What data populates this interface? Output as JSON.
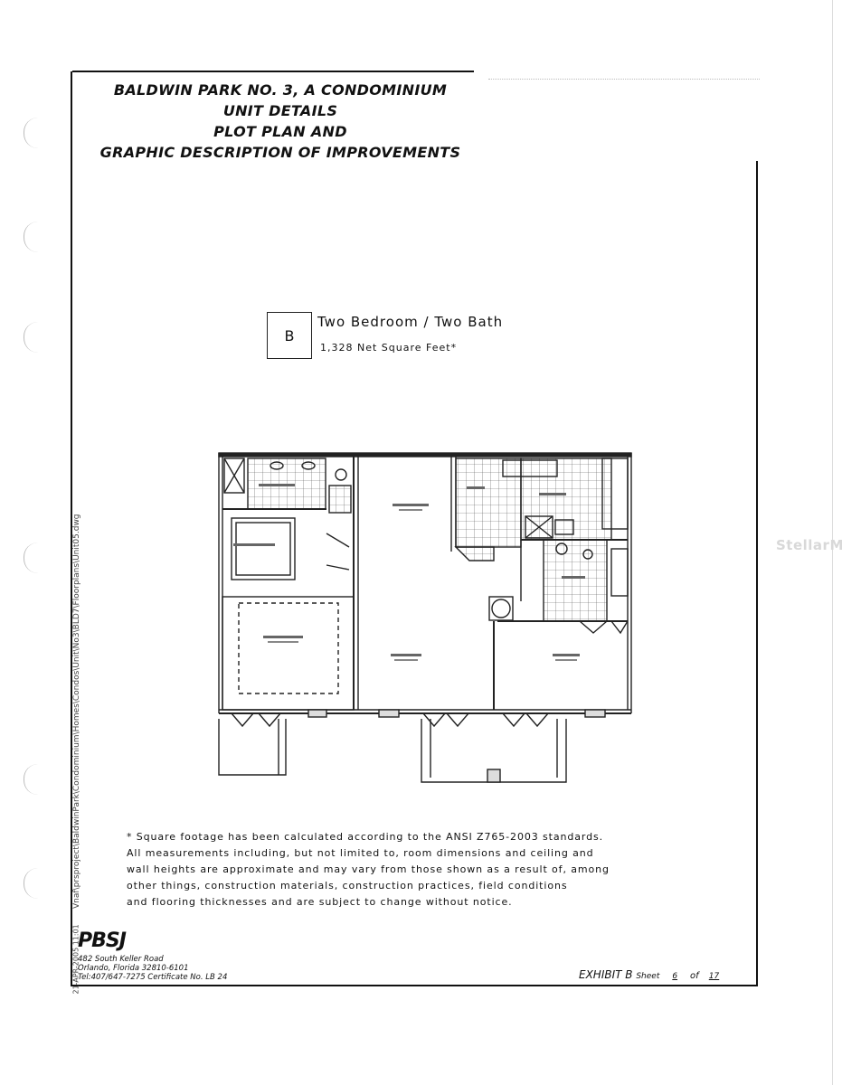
{
  "header": {
    "title_lines": [
      "BALDWIN PARK NO. 3, A CONDOMINIUM",
      "UNIT DETAILS",
      "PLOT PLAN AND",
      "GRAPHIC DESCRIPTION OF IMPROVEMENTS"
    ]
  },
  "unit": {
    "type_letter": "B",
    "name": "Two Bedroom / Two Bath",
    "sqft": "1,328 Net Square Feet*"
  },
  "note_lines": [
    "* Square footage has been calculated according to the ANSI Z765-2003 standards.",
    "All measurements including, but not limited to, room dimensions and ceiling and",
    "wall heights are approximate and may vary from those shown as a result of, among",
    "other things, construction materials, construction practices, field conditions",
    "and flooring thicknesses and are subject to change without notice."
  ],
  "footer": {
    "logo": "PBSJ",
    "address_lines": [
      "482 South Keller Road",
      "Orlando, Florida 32810-6101",
      "Tel:407/647-7275   Certificate No. LB 24"
    ],
    "exhibit_label": "EXHIBIT B",
    "sheet_label": "Sheet",
    "sheet_num": "6",
    "of_label": "of",
    "sheet_total": "17"
  },
  "side": {
    "path": "Vnaf\\prsproject\\BaldwinPark\\Condominium\\Homes\\Condos\\Unit\\No3\\BLD7\\Floorplans\\Unit05.dwg",
    "date": "21-APR-2005 11:01"
  },
  "watermark": "StellarMLS",
  "icons": {
    "hole_punch": "hole-punch-mark",
    "floor_plan": "floor-plan-drawing"
  }
}
